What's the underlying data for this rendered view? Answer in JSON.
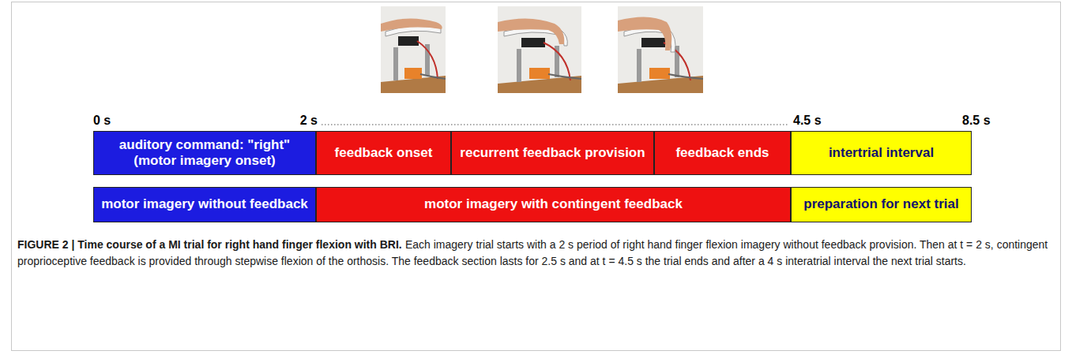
{
  "diagram": {
    "title": "FIGURE 2 | Time course of a MI trial for right hand finger flexion with BRI.",
    "caption": "Each imagery trial starts with a 2 s period of right hand finger flexion imagery without feedback provision. Then at t = 2 s, contingent proprioceptive feedback is provided through stepwise flexion of the orthosis. The feedback section lasts for 2.5 s and at t = 4.5 s the trial ends and after a 4 s interatrial interval the next trial starts.",
    "nodes": [
      {
        "text": [
          "auditory command: \"right\" (motor imagery onset)"
        ]
      },
      {
        "text": [
          "feedback onset"
        ]
      },
      {
        "text": [
          "recurrent feedback provision"
        ]
      },
      {
        "text": [
          "feedback ends"
        ]
      },
      {
        "text": [
          "intertrial interval"
        ]
      },
      {
        "text": [
          "motor imagery without feedback"
        ]
      },
      {
        "text": [
          "motor imagery with contingent feedback"
        ]
      },
      {
        "text": [
          "preparation for next trial"
        ]
      }
    ],
    "labels": [
      "0 s",
      "2 s",
      "4.5 s",
      "8.5 s"
    ]
  }
}
